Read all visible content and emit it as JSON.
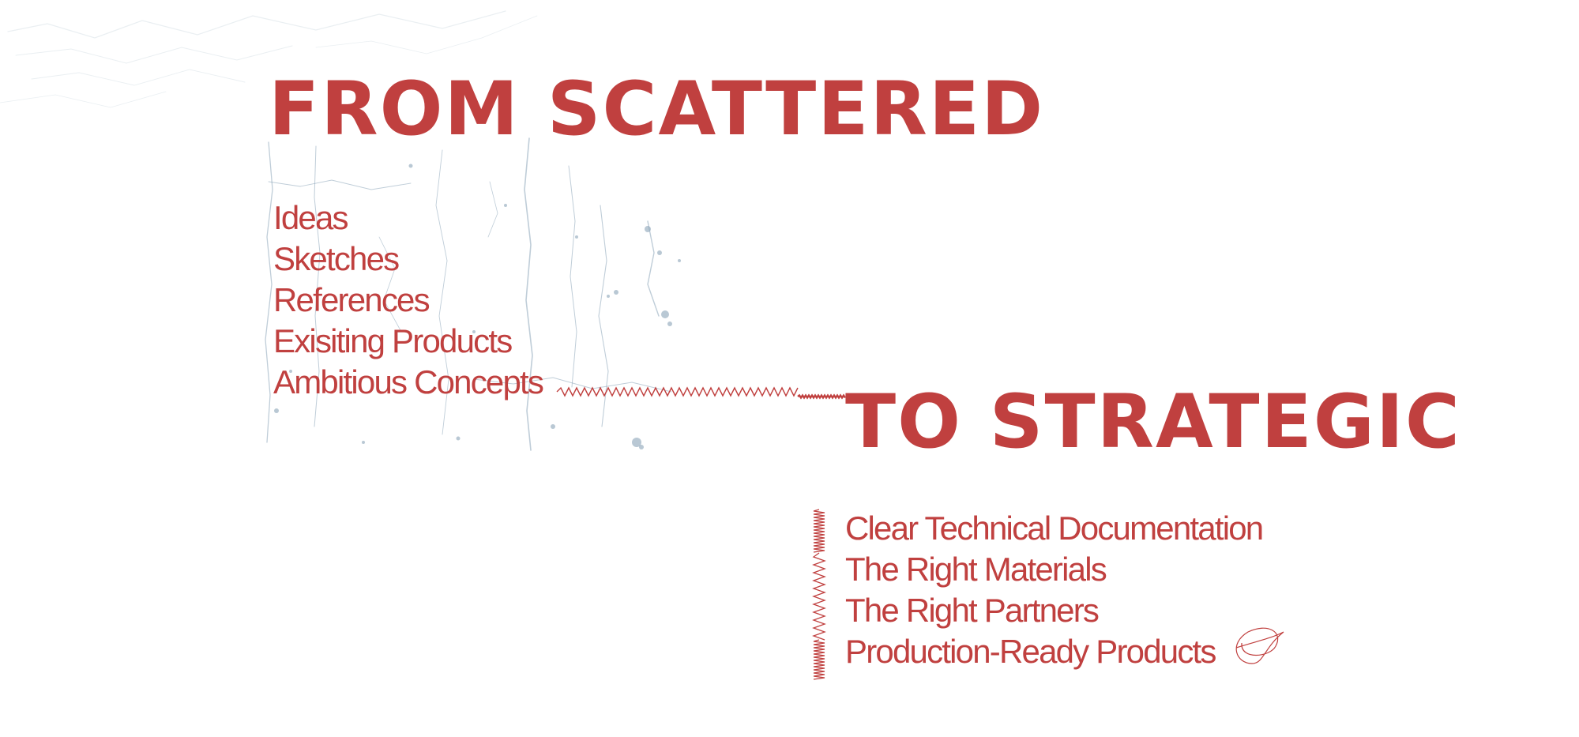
{
  "colors": {
    "accent": "#c0403f",
    "texture": "#8aa4b8",
    "background": "#ffffff"
  },
  "from_section": {
    "heading": "FROM SCATTERED",
    "items": [
      "Ideas",
      "Sketches",
      "References",
      "Exisiting Products",
      "Ambitious Concepts"
    ]
  },
  "to_section": {
    "heading": "TO STRATEGIC",
    "items": [
      "Clear Technical Documentation",
      "The Right Materials",
      "The Right Partners",
      "Production-Ready Products"
    ]
  }
}
